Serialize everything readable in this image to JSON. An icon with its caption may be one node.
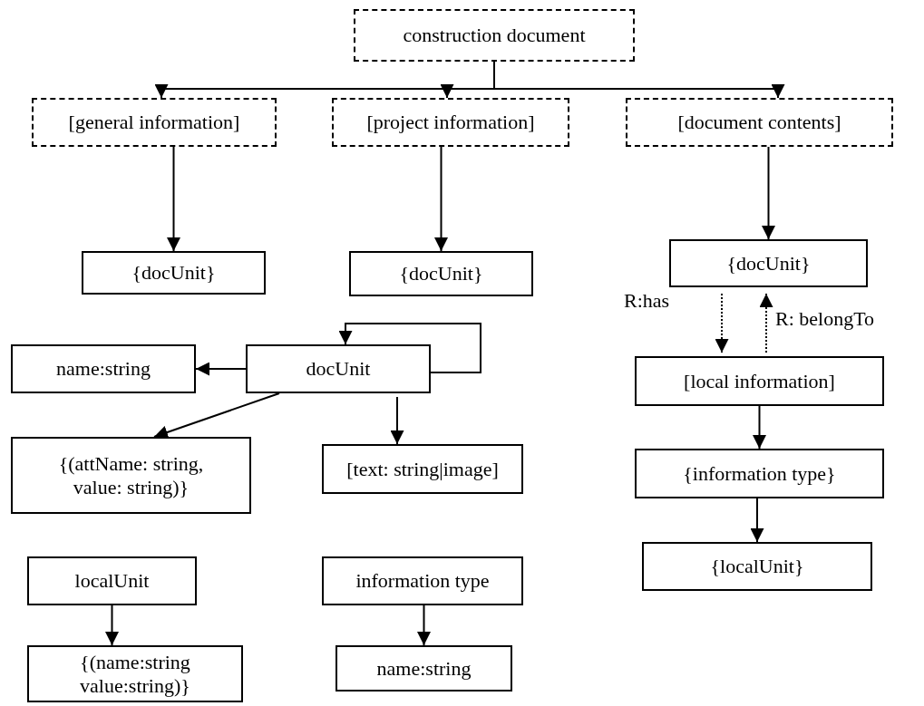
{
  "diagram": {
    "nodes": [
      {
        "text": [
          "construction document"
        ]
      },
      {
        "text": [
          "[general information]"
        ]
      },
      {
        "text": [
          "[project information]"
        ]
      },
      {
        "text": [
          "[document contents]"
        ]
      },
      {
        "text": [
          "{docUnit}"
        ]
      },
      {
        "text": [
          "{docUnit}"
        ]
      },
      {
        "text": [
          "{docUnit}"
        ]
      },
      {
        "text": [
          "name:string"
        ]
      },
      {
        "text": [
          "docUnit"
        ]
      },
      {
        "text": [
          "{(attName: string, value: string)}"
        ]
      },
      {
        "text": [
          "[text: string|image]"
        ]
      },
      {
        "text": [
          "[local information]"
        ]
      },
      {
        "text": [
          "{information type}"
        ]
      },
      {
        "text": [
          "{localUnit}"
        ]
      },
      {
        "text": [
          "localUnit"
        ]
      },
      {
        "text": [
          "information type"
        ]
      },
      {
        "text": [
          "{(name:string value:string)}"
        ]
      },
      {
        "text": [
          "name:string"
        ]
      }
    ],
    "edges": [
      {
        "from": 0,
        "to": 1,
        "arrow": "to"
      },
      {
        "from": 0,
        "to": 2,
        "arrow": "to"
      },
      {
        "from": 0,
        "to": 3,
        "arrow": "to"
      },
      {
        "from": 1,
        "to": 4,
        "arrow": "to"
      },
      {
        "from": 2,
        "to": 5,
        "arrow": "to"
      },
      {
        "from": 3,
        "to": 6,
        "arrow": "to"
      },
      {
        "from": 8,
        "to": 8,
        "arrow": "to"
      },
      {
        "from": 8,
        "to": 7,
        "arrow": "to"
      },
      {
        "from": 8,
        "to": 9,
        "arrow": "to"
      },
      {
        "from": 8,
        "to": 10,
        "arrow": "to"
      },
      {
        "from": 6,
        "to": 11,
        "arrow": "to",
        "label": "R:has",
        "style": "dashed"
      },
      {
        "from": 11,
        "to": 6,
        "arrow": "to",
        "label": "R: belongTo",
        "style": "dashed"
      },
      {
        "from": 11,
        "to": 12,
        "arrow": "to"
      },
      {
        "from": 12,
        "to": 13,
        "arrow": "to"
      },
      {
        "from": 14,
        "to": 16,
        "arrow": "to"
      },
      {
        "from": 15,
        "to": 17,
        "arrow": "to"
      }
    ]
  }
}
